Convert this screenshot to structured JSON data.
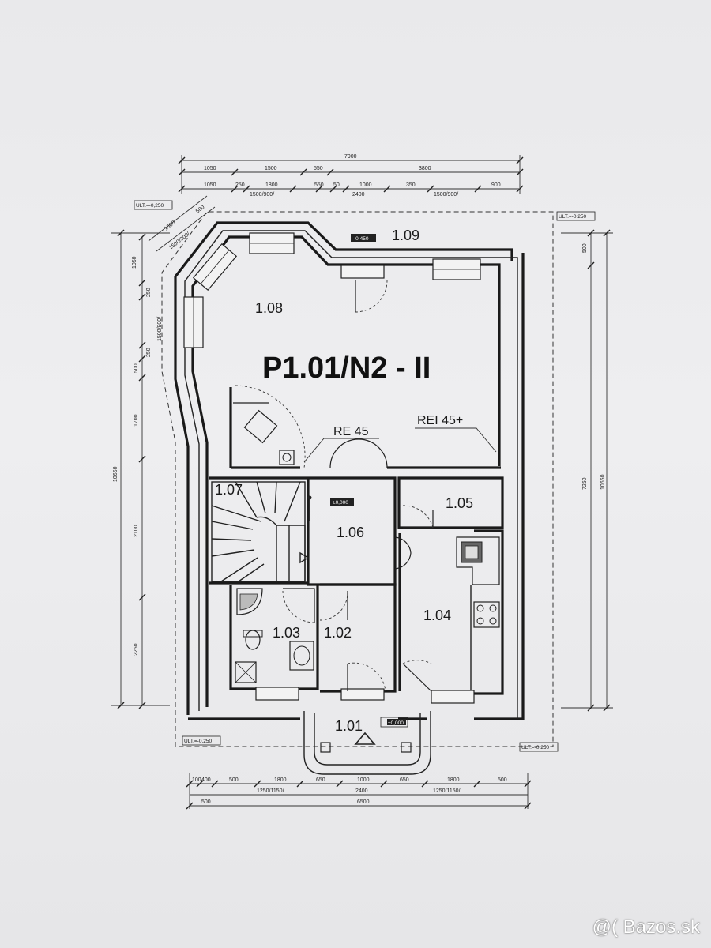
{
  "title": "P1.01/N2 - II",
  "rooms": {
    "r101": "1.01",
    "r102": "1.02",
    "r103": "1.03",
    "r104": "1.04",
    "r105": "1.05",
    "r106": "1.06",
    "r107": "1.07",
    "r108": "1.08",
    "r109": "1.09"
  },
  "fire_ratings": {
    "re": "RE 45",
    "rei": "REI 45+"
  },
  "level_tags": {
    "tl": "ULT.=-0,250",
    "tr": "ULT.=-0,250",
    "bl": "ULT.=-0,250",
    "br": "ULT.=-0,250"
  },
  "height_tags": {
    "a": "-0,450",
    "b": "±0,000",
    "c": "±0,000"
  },
  "dims_top": {
    "total": "7900",
    "r1": [
      "1050",
      "1500",
      "550",
      "3800"
    ],
    "r2": [
      "1050",
      "250",
      "1800",
      "550",
      "50",
      "1000",
      "2400",
      "350",
      "1500/900/",
      "900"
    ],
    "win": "1500/900/"
  },
  "dims_bottom": {
    "total": "6500",
    "r1": [
      "100",
      "400",
      "500",
      "1800",
      "650",
      "1000",
      "650",
      "1800",
      "500"
    ],
    "r2": [
      "1250/1150/",
      "2400",
      "1250/1150/"
    ],
    "lead": "500"
  },
  "dims_left": [
    "1050",
    "250",
    "1500/900/",
    "250",
    "500",
    "1700",
    "2100",
    "2250",
    "10650"
  ],
  "dims_right": [
    "500",
    "7250",
    "10650"
  ],
  "dims_diag": [
    "1500",
    "1500/900/",
    "500"
  ],
  "watermark": "@( Bazos.sk"
}
